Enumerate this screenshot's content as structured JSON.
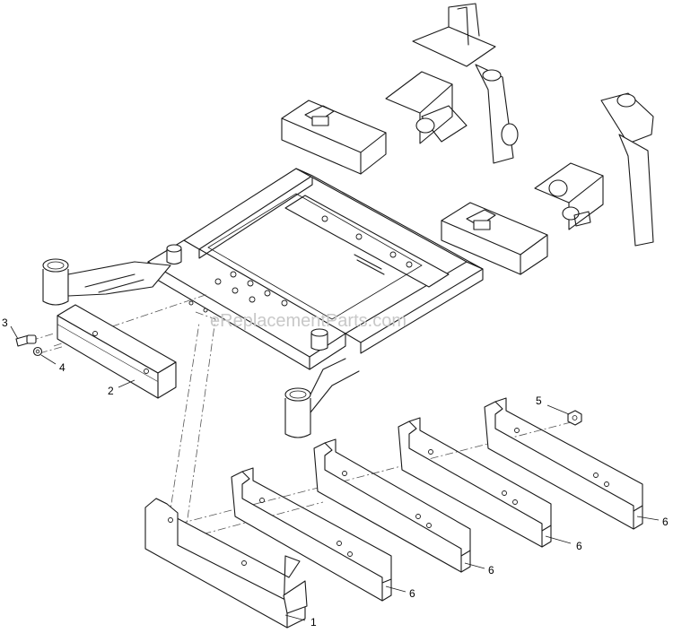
{
  "watermark": "eReplacementParts.com",
  "callouts": [
    {
      "id": "c1",
      "label": "1"
    },
    {
      "id": "c2",
      "label": "2"
    },
    {
      "id": "c3",
      "label": "3"
    },
    {
      "id": "c4",
      "label": "4"
    },
    {
      "id": "c5",
      "label": "5"
    },
    {
      "id": "c6a",
      "label": "6"
    },
    {
      "id": "c6b",
      "label": "6"
    },
    {
      "id": "c6c",
      "label": "6"
    },
    {
      "id": "c6d",
      "label": "6"
    }
  ]
}
